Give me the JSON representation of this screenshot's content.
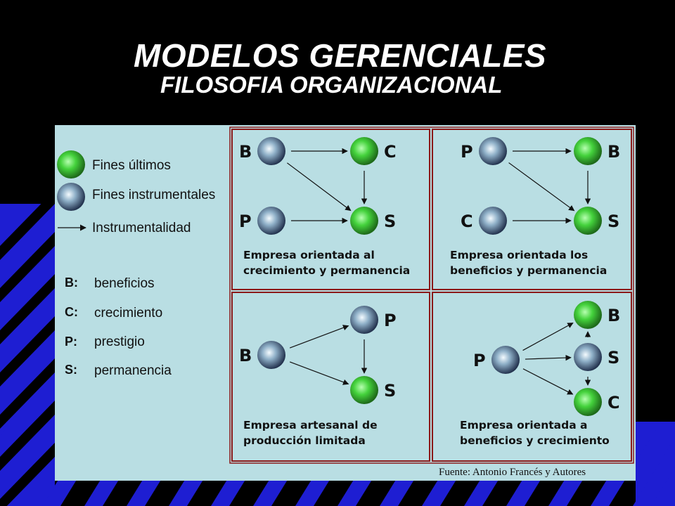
{
  "title": "MODELOS GERENCIALES",
  "subtitle": "FILOSOFIA ORGANIZACIONAL",
  "colors": {
    "background": "#000000",
    "panel": "#b9dee3",
    "border": "#8b1a1a",
    "stripe": "#1e1ed2",
    "goal_node": "#33cc33",
    "instrumental_node": "#5a7898"
  },
  "legend": [
    {
      "icon": "green-sphere-icon",
      "label": "Fines últimos"
    },
    {
      "icon": "blue-sphere-icon",
      "label": "Fines instrumentales"
    },
    {
      "icon": "arrow-icon",
      "label": "Instrumentalidad"
    }
  ],
  "definitions": [
    {
      "key": "B:",
      "value": "beneficios"
    },
    {
      "key": "C:",
      "value": "crecimiento"
    },
    {
      "key": "P:",
      "value": "prestigio"
    },
    {
      "key": "S:",
      "value": "permanencia"
    }
  ],
  "models": [
    {
      "id": "tl",
      "caption": [
        "Empresa orientada al",
        "crecimiento y permanencia"
      ],
      "nodes": [
        {
          "id": "B",
          "letter": "B",
          "kind": "instrumental"
        },
        {
          "id": "C",
          "letter": "C",
          "kind": "goal"
        },
        {
          "id": "P",
          "letter": "P",
          "kind": "instrumental"
        },
        {
          "id": "S",
          "letter": "S",
          "kind": "goal"
        }
      ],
      "edges": [
        [
          "B",
          "C"
        ],
        [
          "B",
          "S"
        ],
        [
          "C",
          "S"
        ],
        [
          "P",
          "S"
        ]
      ]
    },
    {
      "id": "tr",
      "caption": [
        "Empresa orientada los",
        "beneficios y permanencia"
      ],
      "nodes": [
        {
          "id": "P",
          "letter": "P",
          "kind": "instrumental"
        },
        {
          "id": "B",
          "letter": "B",
          "kind": "goal"
        },
        {
          "id": "C",
          "letter": "C",
          "kind": "instrumental"
        },
        {
          "id": "S",
          "letter": "S",
          "kind": "goal"
        }
      ],
      "edges": [
        [
          "P",
          "B"
        ],
        [
          "P",
          "S"
        ],
        [
          "B",
          "S"
        ],
        [
          "C",
          "S"
        ]
      ]
    },
    {
      "id": "bl",
      "caption": [
        "Empresa artesanal de",
        "producción limitada"
      ],
      "nodes": [
        {
          "id": "B",
          "letter": "B",
          "kind": "instrumental"
        },
        {
          "id": "P",
          "letter": "P",
          "kind": "instrumental"
        },
        {
          "id": "S",
          "letter": "S",
          "kind": "goal"
        }
      ],
      "edges": [
        [
          "B",
          "P"
        ],
        [
          "B",
          "S"
        ],
        [
          "P",
          "S"
        ]
      ]
    },
    {
      "id": "br",
      "caption": [
        "Empresa orientada a",
        "beneficios y crecimiento"
      ],
      "nodes": [
        {
          "id": "P",
          "letter": "P",
          "kind": "instrumental"
        },
        {
          "id": "B",
          "letter": "B",
          "kind": "goal"
        },
        {
          "id": "S",
          "letter": "S",
          "kind": "instrumental"
        },
        {
          "id": "C",
          "letter": "C",
          "kind": "goal"
        }
      ],
      "edges": [
        [
          "P",
          "B"
        ],
        [
          "P",
          "S"
        ],
        [
          "P",
          "C"
        ],
        [
          "S",
          "B"
        ],
        [
          "S",
          "C"
        ]
      ]
    }
  ],
  "source": "Fuente: Antonio Francés y Autores"
}
